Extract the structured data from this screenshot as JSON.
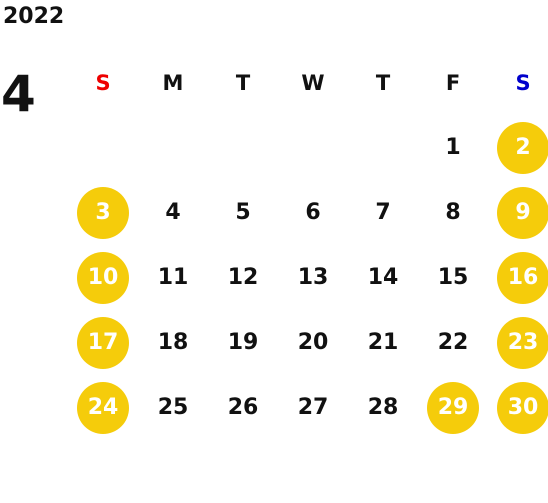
{
  "calendar": {
    "year": "2022",
    "month": "4",
    "weekdays": [
      "S",
      "M",
      "T",
      "W",
      "T",
      "F",
      "S"
    ],
    "weekday_colors": {
      "sunday": "#ee0000",
      "saturday": "#0000cc"
    },
    "highlight_color": "#f5cc0b",
    "leading_blank_days": 5,
    "days": [
      {
        "day": "1",
        "highlighted": false
      },
      {
        "day": "2",
        "highlighted": true
      },
      {
        "day": "3",
        "highlighted": true
      },
      {
        "day": "4",
        "highlighted": false
      },
      {
        "day": "5",
        "highlighted": false
      },
      {
        "day": "6",
        "highlighted": false
      },
      {
        "day": "7",
        "highlighted": false
      },
      {
        "day": "8",
        "highlighted": false
      },
      {
        "day": "9",
        "highlighted": true
      },
      {
        "day": "10",
        "highlighted": true
      },
      {
        "day": "11",
        "highlighted": false
      },
      {
        "day": "12",
        "highlighted": false
      },
      {
        "day": "13",
        "highlighted": false
      },
      {
        "day": "14",
        "highlighted": false
      },
      {
        "day": "15",
        "highlighted": false
      },
      {
        "day": "16",
        "highlighted": true
      },
      {
        "day": "17",
        "highlighted": true
      },
      {
        "day": "18",
        "highlighted": false
      },
      {
        "day": "19",
        "highlighted": false
      },
      {
        "day": "20",
        "highlighted": false
      },
      {
        "day": "21",
        "highlighted": false
      },
      {
        "day": "22",
        "highlighted": false
      },
      {
        "day": "23",
        "highlighted": true
      },
      {
        "day": "24",
        "highlighted": true
      },
      {
        "day": "25",
        "highlighted": false
      },
      {
        "day": "26",
        "highlighted": false
      },
      {
        "day": "27",
        "highlighted": false
      },
      {
        "day": "28",
        "highlighted": false
      },
      {
        "day": "29",
        "highlighted": true
      },
      {
        "day": "30",
        "highlighted": true
      }
    ]
  }
}
